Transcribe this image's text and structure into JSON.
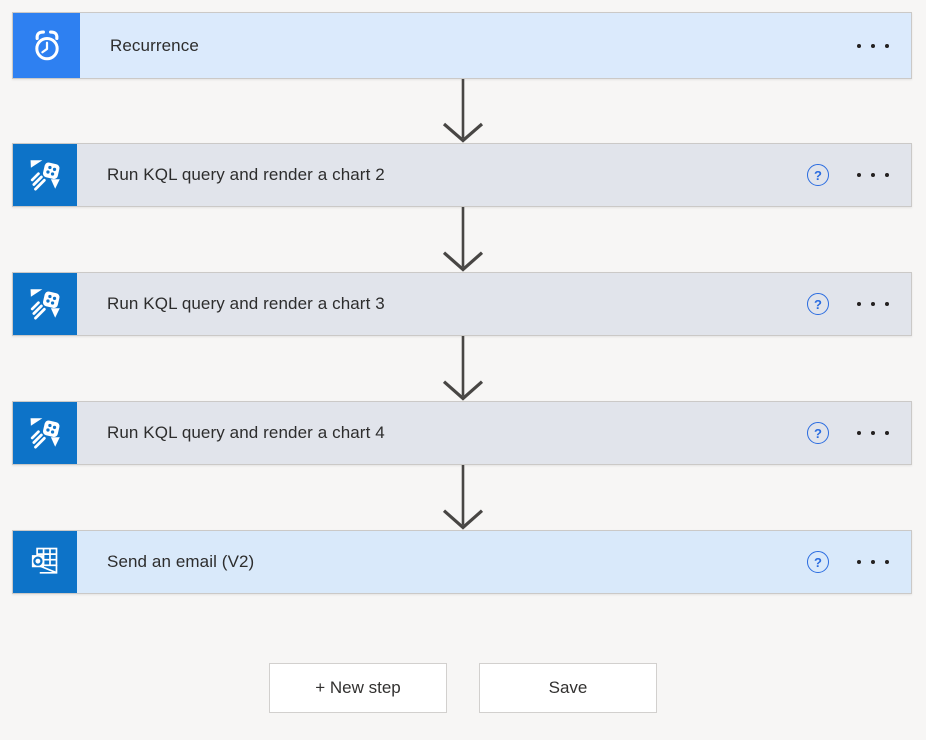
{
  "app": {
    "name": "flow-designer",
    "description": "Power Automate style flow editor canvas"
  },
  "steps": [
    {
      "title": "Recurrence",
      "icon": "alarm-clock",
      "type": "trigger",
      "has_help": false,
      "has_menu": true
    },
    {
      "title": "Run KQL query and render a chart 2",
      "icon": "azure-data-explorer",
      "type": "action",
      "has_help": true,
      "has_menu": true
    },
    {
      "title": "Run KQL query and render a chart 3",
      "icon": "azure-data-explorer",
      "type": "action",
      "has_help": true,
      "has_menu": true
    },
    {
      "title": "Run KQL query and render a chart 4",
      "icon": "azure-data-explorer",
      "type": "action",
      "has_help": true,
      "has_menu": true
    },
    {
      "title": "Send an email (V2)",
      "icon": "outlook",
      "type": "action",
      "has_help": true,
      "has_menu": true
    }
  ],
  "footer": {
    "new_step_label": "+ New step",
    "save_label": "Save"
  },
  "icons": {
    "help": "question-mark-circle",
    "menu": "ellipsis-three-dots",
    "connector": "down-arrow"
  },
  "colors": {
    "page_bg": "#f7f6f5",
    "trigger_tile_blue": "#2e80f1",
    "action_tile_blue": "#0d73c8",
    "trigger_card_bg": "#dbeafc",
    "kql_card_bg": "#e1e4eb",
    "email_card_bg": "#d9e9fa",
    "card_border": "#cbc9c7",
    "arrow": "#484644",
    "help_icon_blue": "#2a6ce0",
    "title_text": "#2d2d2d",
    "button_text": "#323130"
  }
}
